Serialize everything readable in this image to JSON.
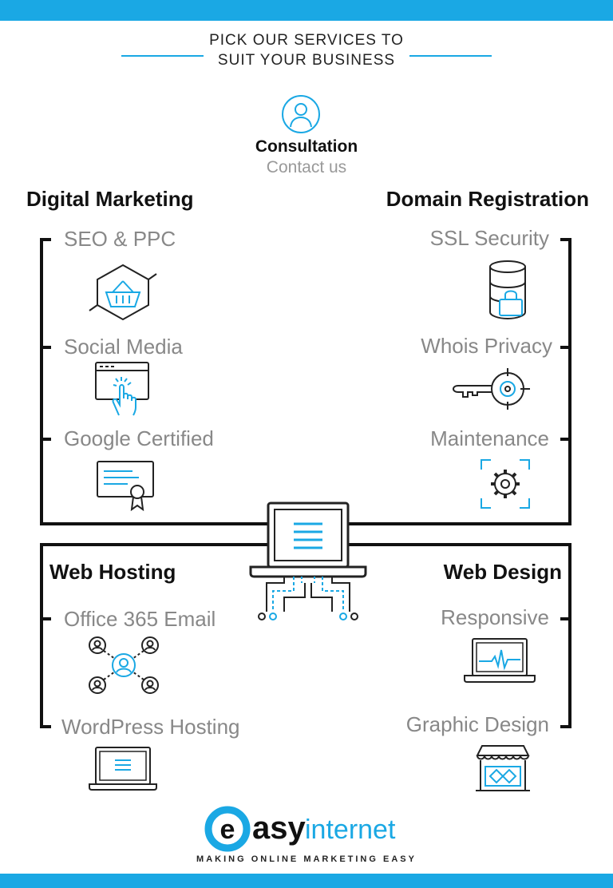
{
  "header": {
    "line1": "PICK OUR SERVICES TO",
    "line2": "SUIT YOUR BUSINESS"
  },
  "consultation": {
    "title": "Consultation",
    "subtitle": "Contact us",
    "icon": "user-icon"
  },
  "sections": {
    "digital_marketing": {
      "title": "Digital Marketing",
      "items": [
        {
          "label": "SEO & PPC",
          "icon": "shopping-basket-icon"
        },
        {
          "label": "Social Media",
          "icon": "click-hand-icon"
        },
        {
          "label": "Google Certified",
          "icon": "certificate-icon"
        }
      ]
    },
    "domain_registration": {
      "title": "Domain Registration",
      "items": [
        {
          "label": "SSL Security",
          "icon": "database-lock-icon"
        },
        {
          "label": "Whois Privacy",
          "icon": "key-target-icon"
        },
        {
          "label": "Maintenance",
          "icon": "gear-icon"
        }
      ]
    },
    "web_hosting": {
      "title": "Web Hosting",
      "items": [
        {
          "label": "Office 365 Email",
          "icon": "user-network-icon"
        },
        {
          "label": "WordPress Hosting",
          "icon": "laptop-icon"
        }
      ]
    },
    "web_design": {
      "title": "Web Design",
      "items": [
        {
          "label": "Responsive",
          "icon": "laptop-pulse-icon"
        },
        {
          "label": "Graphic Design",
          "icon": "storefront-icon"
        }
      ]
    }
  },
  "logo": {
    "easy": "easy",
    "internet": "internet",
    "tagline": "MAKING ONLINE MARKETING EASY"
  },
  "colors": {
    "accent": "#1aa8e4",
    "line": "#111111",
    "text_grey": "#888888"
  }
}
